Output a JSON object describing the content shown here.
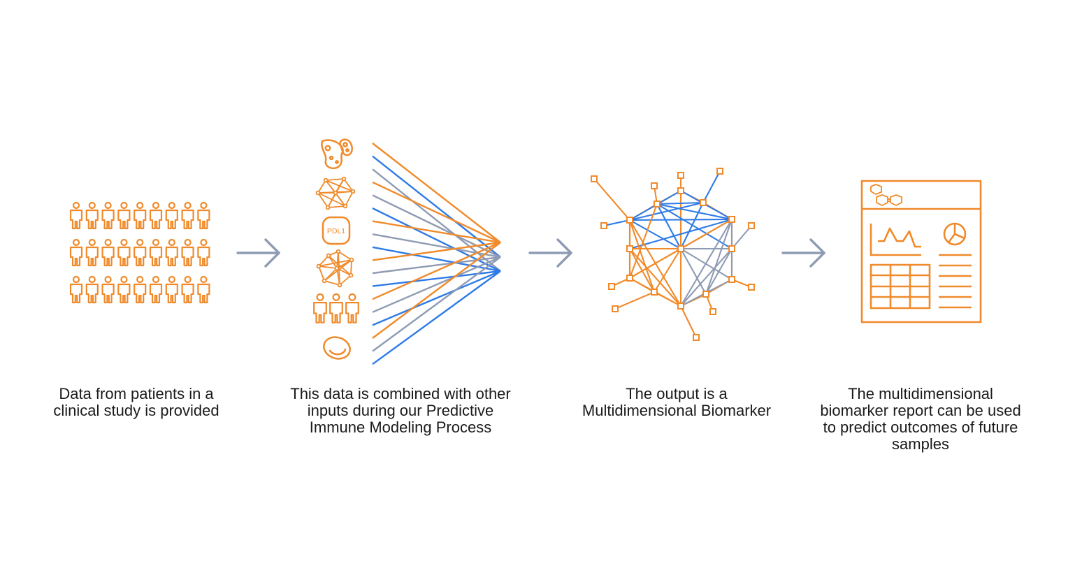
{
  "colors": {
    "orange": "#F08A2A",
    "blue": "#2E7BE6",
    "gray": "#8E9BB3",
    "arrow": "#8E9BB3"
  },
  "badge": {
    "text": "PDL1"
  },
  "steps": [
    {
      "name": "patients",
      "lines": [
        "Data from patients in a",
        "clinical study is provided"
      ]
    },
    {
      "name": "combine",
      "lines": [
        "This data is combined with other",
        "inputs during our Predictive",
        "Immune Modeling Process"
      ]
    },
    {
      "name": "output",
      "lines": [
        "The output is a",
        "Multidimensional Biomarker"
      ]
    },
    {
      "name": "report",
      "lines": [
        "The multidimensional",
        "biomarker report can be used",
        "to predict outcomes of future",
        "samples"
      ]
    }
  ]
}
